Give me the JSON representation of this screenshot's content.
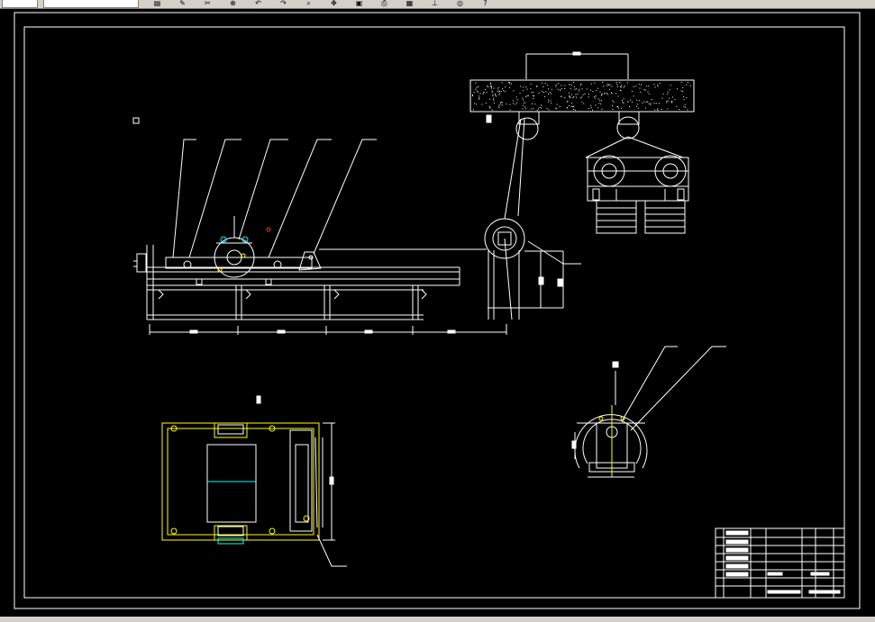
{
  "window": {
    "toolbar_icons": [
      "layer-icon",
      "draw-icon",
      "modify-icon",
      "snap-icon",
      "undo-icon",
      "redo-icon",
      "zoom-icon",
      "pan-icon",
      "save-icon",
      "print-icon",
      "grid-icon",
      "ortho-icon",
      "osnap-icon",
      "help-icon"
    ]
  },
  "colors": {
    "background": "#000000",
    "line": "#ffffff",
    "highlight": "#ffff00",
    "accent_cyan": "#00ffff",
    "accent_red": "#ff3030",
    "toolbar": "#d4d0c8"
  },
  "drawing": {
    "sheet": "A3 landscape drawing frame",
    "views": [
      "side-elevation-view",
      "hoist-detail-view",
      "plan-view",
      "end-section-view"
    ],
    "title_block_rows": 8
  }
}
